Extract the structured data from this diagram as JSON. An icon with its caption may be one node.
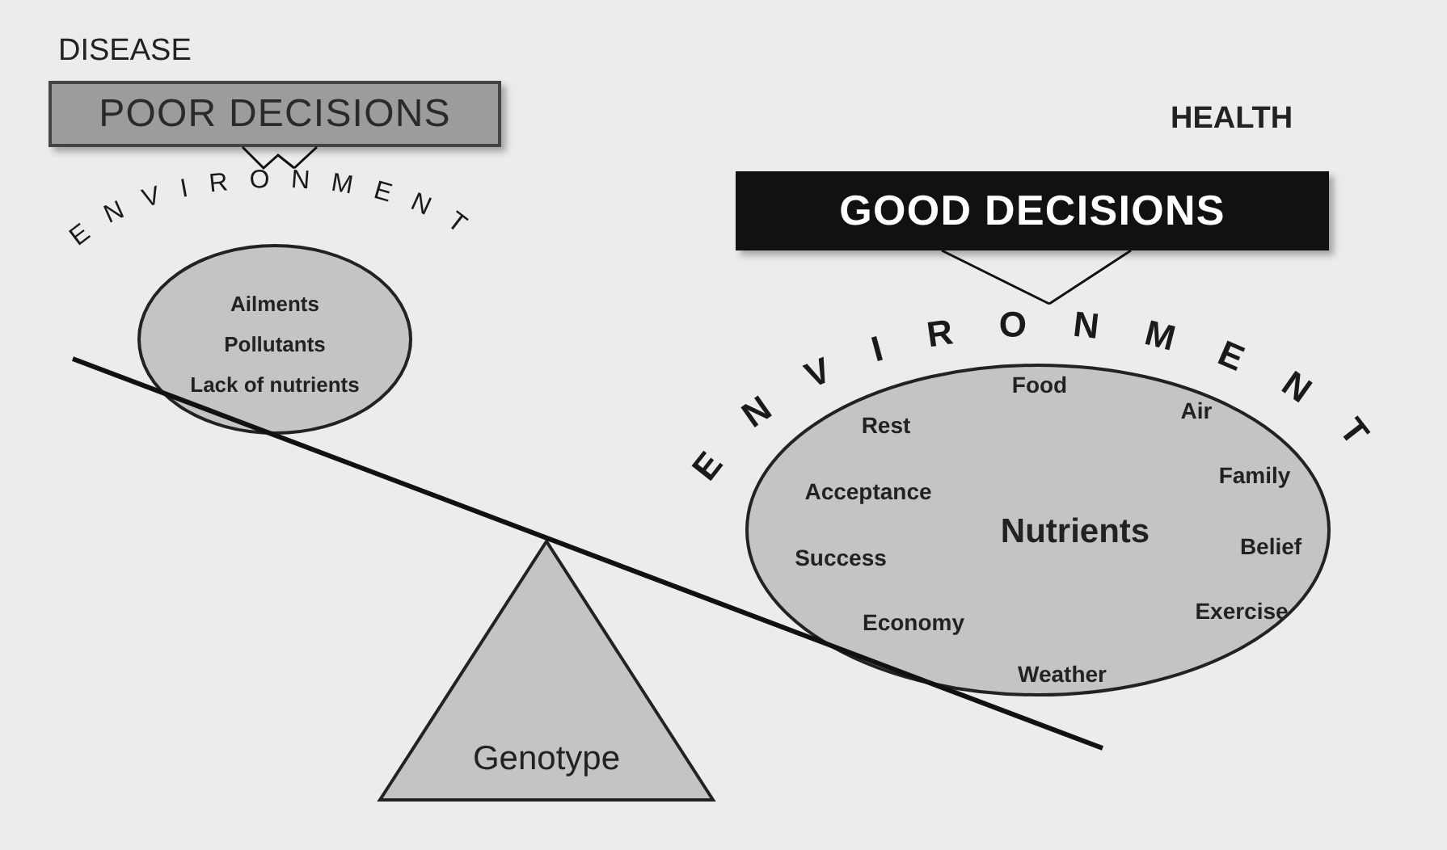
{
  "diagram": {
    "nodes": [
      {
        "text": [
          "POOR DECISIONS"
        ]
      },
      {
        "text": [
          "ENVIRONMENT",
          "Ailments",
          "Pollutants",
          "Lack of nutrients"
        ]
      },
      {
        "text": [
          "GOOD DECISIONS"
        ]
      },
      {
        "text": [
          "ENVIRONMENT",
          "Food",
          "Rest",
          "Air",
          "Family",
          "Acceptance",
          "Nutrients",
          "Belief",
          "Success",
          "Exercise",
          "Economy",
          "Weather"
        ]
      },
      {
        "text": [
          "Genotype"
        ]
      }
    ],
    "edges": [
      {
        "from": 0,
        "to": 1,
        "arrow": "none"
      },
      {
        "from": 2,
        "to": 3,
        "arrow": "none"
      }
    ],
    "labels": [
      "DISEASE",
      "HEALTH"
    ]
  }
}
